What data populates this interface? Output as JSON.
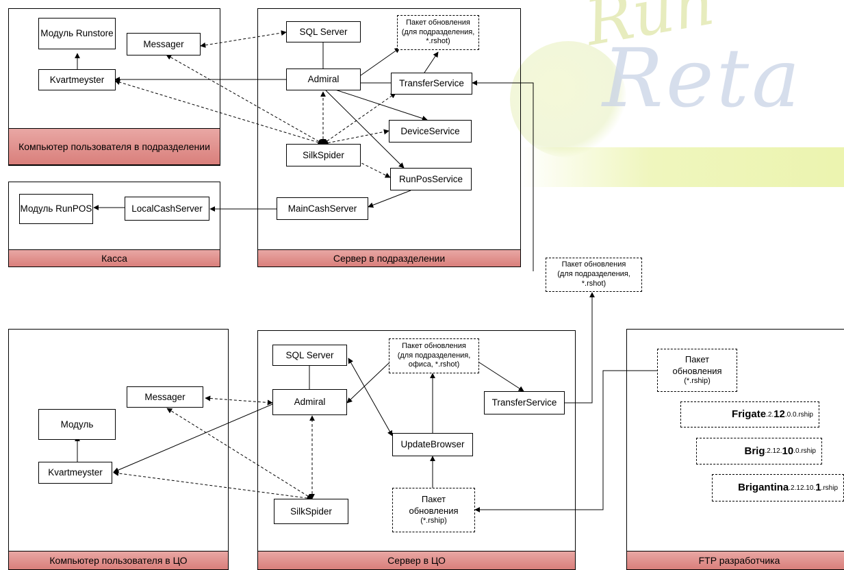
{
  "watermark": {
    "line1": "Run",
    "line2": "Reta"
  },
  "panels": {
    "user_pc_branch": "Компьютер пользователя в подразделении",
    "cash_desk": "Касса",
    "branch_server": "Сервер в подразделении",
    "user_pc_ho": "Компьютер пользователя в ЦО",
    "ho_server": "Сервер в ЦО",
    "dev_ftp": "FTP разработчика"
  },
  "branch_pc": {
    "runstore": "Модуль Runstore",
    "messager": "Messager",
    "kvartmeyster": "Kvartmeyster"
  },
  "cash": {
    "runpos": "Модуль RunPOS",
    "localcash": "LocalCashServer"
  },
  "branch_server": {
    "sql": "SQL Server",
    "admiral": "Admiral",
    "transfer": "TransferService",
    "device": "DeviceService",
    "silkspider": "SilkSpider",
    "runpos": "RunPosService",
    "maincash": "MainCashServer",
    "package_line1": "Пакет обновления",
    "package_line2": "(для подразделения,",
    "package_line3": "*.rshot)"
  },
  "middle_package": {
    "line1": "Пакет обновления",
    "line2": "(для подразделения,",
    "line3": "*.rshot)"
  },
  "ho_pc": {
    "module": "Модуль",
    "messager": "Messager",
    "kvartmeyster": "Kvartmeyster"
  },
  "ho_server": {
    "sql": "SQL Server",
    "admiral": "Admiral",
    "silkspider": "SilkSpider",
    "update_browser": "UpdateBrowser",
    "transfer": "TransferService",
    "package_line1": "Пакет обновления",
    "package_line2": "(для подразделения,",
    "package_line3": "офиса, *.rshot)",
    "rship_line1": "Пакет",
    "rship_line2": "обновления",
    "rship_line3": "(*.rship)"
  },
  "ftp": {
    "pkg_line1": "Пакет",
    "pkg_line2": "обновления",
    "pkg_line3": "(*.rship)",
    "frigate_name": "Frigate",
    "frigate_pre": ".2.",
    "frigate_num": "12",
    "frigate_post": ".0.0.rship",
    "brig_name": "Brig",
    "brig_pre": ".2.12.",
    "brig_num": "10",
    "brig_post": ".0.rship",
    "brigantina_name": "Brigantina",
    "brigantina_pre": ".2.12.10.",
    "brigantina_num": "1",
    "brigantina_post": ".rship"
  }
}
